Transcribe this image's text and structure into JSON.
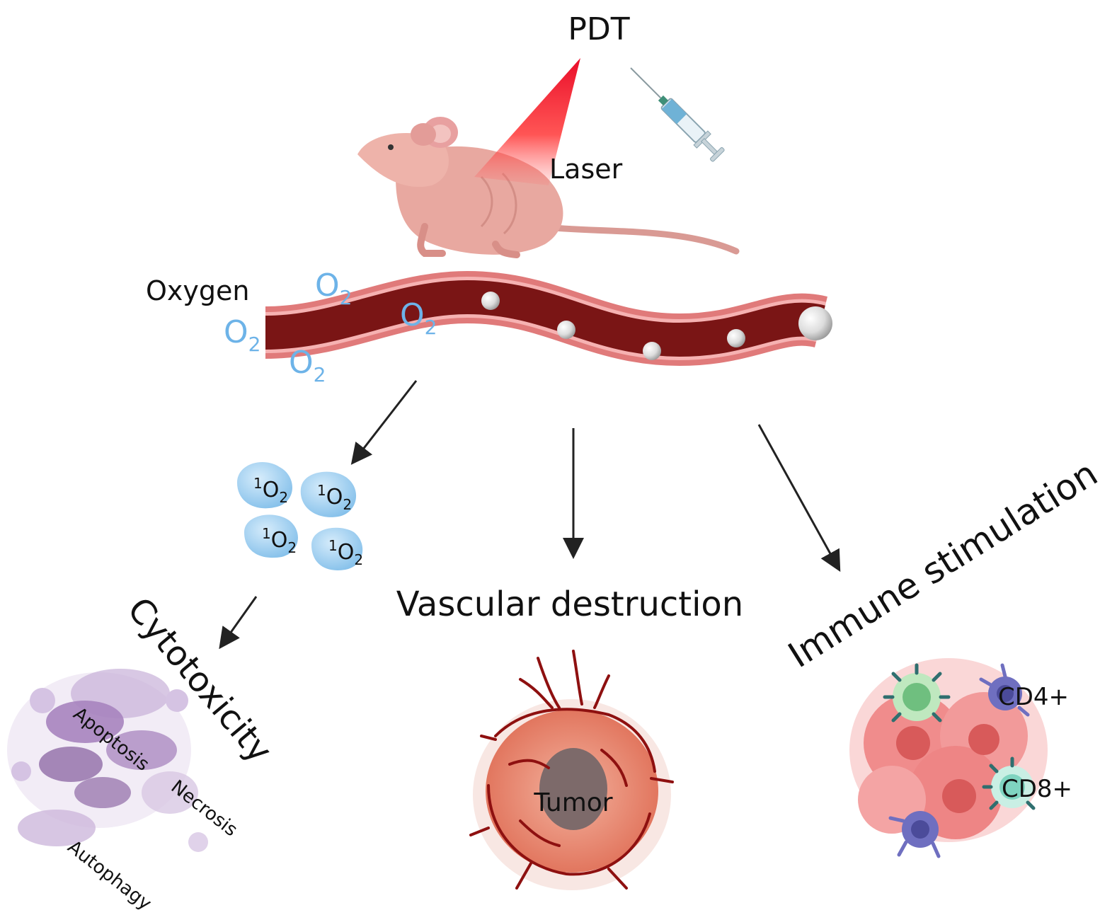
{
  "labels": {
    "pdt": "PDT",
    "laser": "Laser",
    "oxygen": "Oxygen",
    "vascular_destruction": "Vascular destruction",
    "immune_stimulation": "Immune stimulation",
    "cytotoxicity": "Cytotoxicity",
    "apoptosis": "Apoptosis",
    "necrosis": "Necrosis",
    "autophagy": "Autophagy",
    "tumor": "Tumor",
    "cd4": "CD4+",
    "cd8": "CD8+"
  },
  "oxygen_molecule": {
    "base": "O",
    "subscript": "2"
  },
  "singlet_oxygen": {
    "superscript": "1",
    "base": "O",
    "subscript": "2"
  },
  "colors": {
    "laser_beam": "#e8001e",
    "vessel_wall": "#e07a7a",
    "vessel_lumen": "#7a1515",
    "oxygen_text": "#6db3e8",
    "singlet_blob": "#8fc7ee",
    "cell_death_purple": "#9b7bb0",
    "tumor_body": "#e8907a",
    "tumor_core": "#7d6a6a",
    "tumor_vessels": "#8e1010",
    "cancer_cell": "#f08c8c",
    "cd4_cell": "#6f6fc0",
    "cd8_cell": "#7fd4c0",
    "t_cell_green": "#8fd48f"
  },
  "icons": [
    "mouse-illustration",
    "syringe-icon",
    "laser-beam",
    "blood-vessel",
    "tumor-illustration",
    "immune-cells-illustration",
    "cell-death-illustration"
  ]
}
